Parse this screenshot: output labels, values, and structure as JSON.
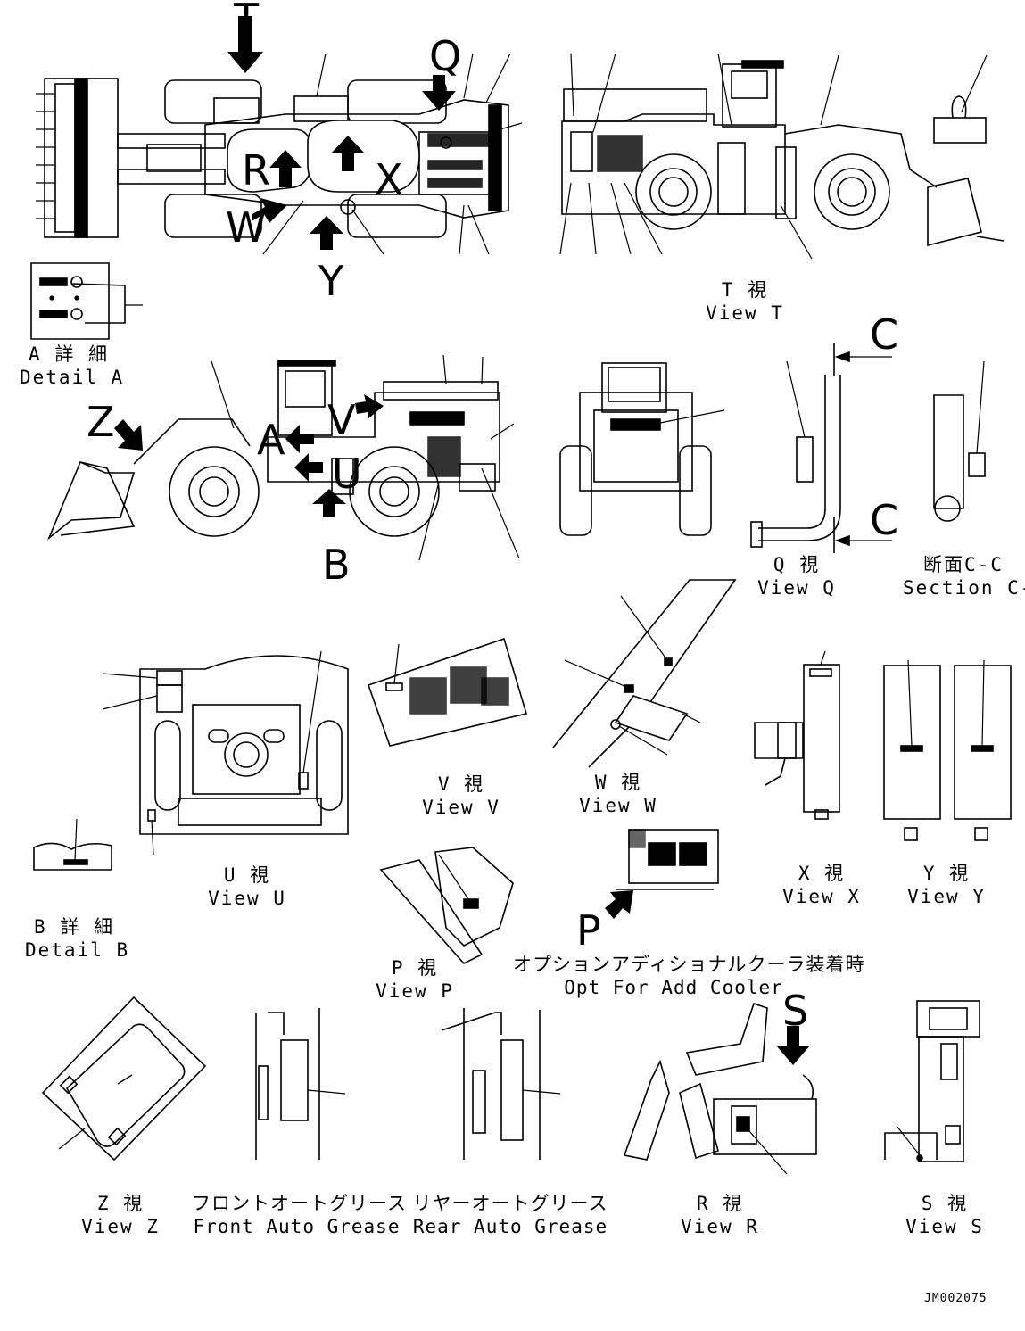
{
  "captions": {
    "detail_a": {
      "jp": "A 詳 細",
      "en": "Detail A"
    },
    "view_t": {
      "jp": "T 視",
      "en": "View T"
    },
    "view_q": {
      "jp": "Q 視",
      "en": "View Q"
    },
    "section_cc": {
      "jp": "断面C-C",
      "en": "Section C-C"
    },
    "view_v": {
      "jp": "V 視",
      "en": "View V"
    },
    "view_w": {
      "jp": "W 視",
      "en": "View W"
    },
    "view_u": {
      "jp": "U 視",
      "en": "View U"
    },
    "detail_b": {
      "jp": "B 詳 細",
      "en": "Detail B"
    },
    "view_x": {
      "jp": "X 視",
      "en": "View X"
    },
    "view_y": {
      "jp": "Y 視",
      "en": "View Y"
    },
    "view_p": {
      "jp": "P 視",
      "en": "View P"
    },
    "opt_cooler": {
      "jp": "オプションアディショナルクーラ装着時",
      "en": "Opt For Add Cooler"
    },
    "view_z": {
      "jp": "Z 視",
      "en": "View Z"
    },
    "front_grease": {
      "jp": "フロントオートグリース",
      "en": "Front Auto Grease"
    },
    "rear_grease": {
      "jp": "リヤーオートグリース",
      "en": "Rear Auto Grease"
    },
    "view_r": {
      "jp": "R 視",
      "en": "View R"
    },
    "view_s": {
      "jp": "S 視",
      "en": "View S"
    }
  },
  "view_letters": {
    "t": "T",
    "q": "Q",
    "r": "R",
    "x": "X",
    "w": "W",
    "y": "Y",
    "z": "Z",
    "a": "A",
    "v": "V",
    "u": "U",
    "b": "B",
    "c_top": "C",
    "c_bottom": "C",
    "p": "P",
    "s": "S"
  },
  "drawing_code": "JM002075"
}
